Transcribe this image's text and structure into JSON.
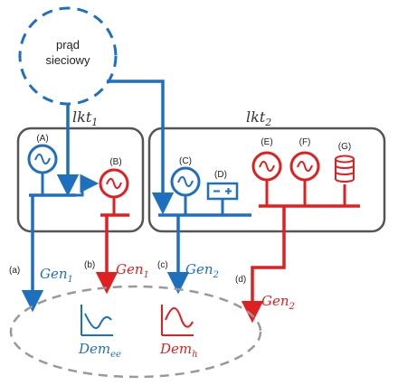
{
  "grid_source": {
    "label_line1": "prąd",
    "label_line2": "sieciowy"
  },
  "groups": {
    "lkt1": {
      "base": "lkt",
      "sub": "1"
    },
    "lkt2": {
      "base": "lkt",
      "sub": "2"
    }
  },
  "units": {
    "A": "(A)",
    "B": "(B)",
    "C": "(C)",
    "D": "(D)",
    "E": "(E)",
    "F": "(F)",
    "G": "(G)"
  },
  "flows": {
    "a": {
      "tag": "(a)",
      "base": "Gen",
      "sub": "1"
    },
    "b": {
      "tag": "(b)",
      "base": "Gen",
      "sub": "1"
    },
    "c": {
      "tag": "(c)",
      "base": "Gen",
      "sub": "2"
    },
    "d": {
      "tag": "(d)",
      "base": "Gen",
      "sub": "2"
    }
  },
  "demands": {
    "ee": {
      "base": "Dem",
      "sub": "ee"
    },
    "h": {
      "base": "Dem",
      "sub": "h"
    }
  },
  "colors": {
    "blue": "#1f6fbf",
    "red": "#e02020",
    "box": "#555555",
    "dashed": "#999999"
  }
}
